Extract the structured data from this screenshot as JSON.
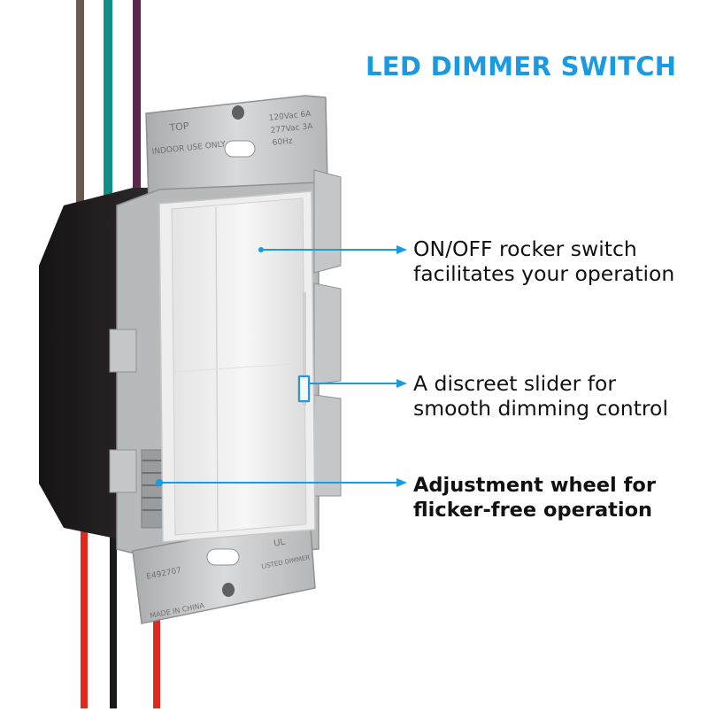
{
  "title": "LED DIMMER SWITCH",
  "colors": {
    "accent": "#1a9ae0",
    "text": "#111111",
    "wire_red": "#e0291f",
    "wire_black": "#1a1a1a",
    "wire_teal": "#0f8f88",
    "wire_brown": "#6b5a52",
    "wire_purple": "#5a2a4e",
    "housing": "#242021",
    "metal": "#c9cacb",
    "switch_white": "#f4f4f4"
  },
  "callouts": [
    {
      "lines": [
        "ON/OFF rocker switch",
        "facilitates your operation"
      ],
      "bold": false
    },
    {
      "lines": [
        "A discreet slider for",
        "smooth dimming control"
      ],
      "bold": false
    },
    {
      "lines": [
        "Adjustment wheel for",
        "flicker-free operation"
      ],
      "bold": true
    }
  ],
  "plate_text": {
    "top_label": "TOP",
    "indoor": "INDOOR USE ONLY",
    "rating_1": "120Vac 6A",
    "rating_2": "277Vac 3A",
    "rating_3": "60Hz",
    "file_no": "E492707",
    "made_in": "MADE IN CHINA",
    "ul_mark": "UL",
    "listing": "LISTED DIMMER"
  }
}
